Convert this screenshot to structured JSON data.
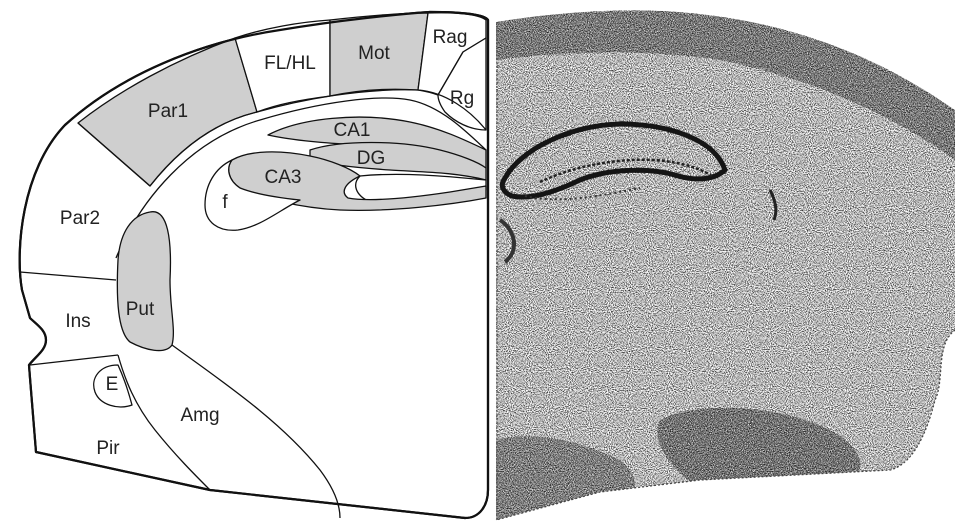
{
  "colors": {
    "shaded_region": "#cfcfcf",
    "unshaded_region": "#ffffff",
    "outline": "#111111",
    "stain_dark": "#1a1a1a",
    "stain_background": "#ffffff"
  },
  "atlas": {
    "labels": {
      "par1": "Par1",
      "fl_hl": "FL/HL",
      "mot": "Mot",
      "rag": "Rag",
      "rg": "Rg",
      "ca1": "CA1",
      "dg": "DG",
      "ca3": "CA3",
      "f": "f",
      "par2": "Par2",
      "ins": "Ins",
      "put": "Put",
      "e": "E",
      "amg": "Amg",
      "pir": "Pir"
    },
    "shaded_regions": [
      "Par1",
      "Mot",
      "CA1",
      "DG",
      "CA3",
      "Put"
    ]
  },
  "histology": {
    "description_icon": "nissl-stained-section"
  }
}
